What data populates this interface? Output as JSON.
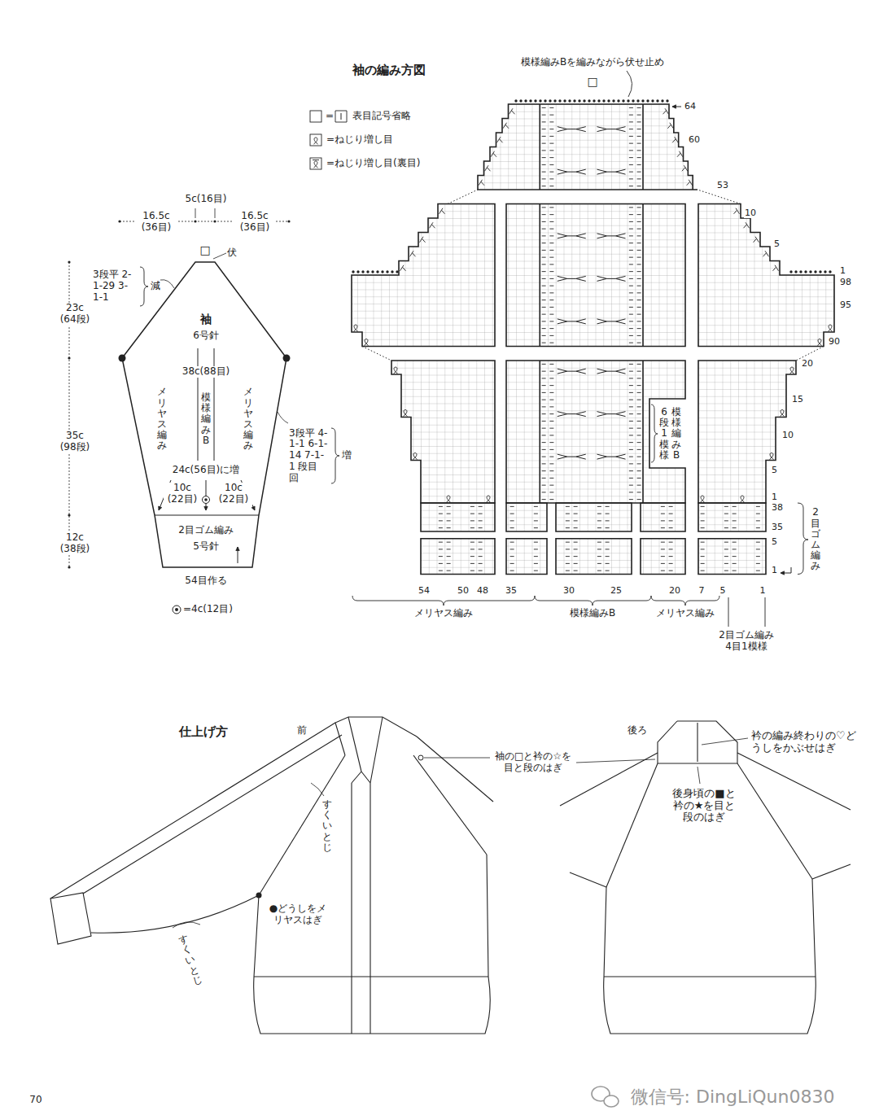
{
  "diagram": {
    "nodes": [
      {
        "text": [
          "袖",
          "6号針",
          "38c(88目)",
          "メリヤス編み",
          "模様編みB",
          "メリヤス編み",
          "24c(56目)に増",
          "10c (22目)",
          "10c (22目)",
          "2目ゴム編み",
          "5号針"
        ]
      }
    ],
    "labels": [
      "5c(16目)",
      "16.5c (36目)",
      "16.5c (36目)",
      "□",
      "伏",
      "3段平 2-1-29 3-1-1",
      "減",
      "23c (64段)",
      "35c (98段)",
      "12c (38段)",
      "3段平 4-1-1 6-1-14 7-1-1 段目 回",
      "増",
      "54目作る",
      "=4c(12目)",
      "袖の編み方図",
      "=",
      "模様編みBを編みながら伏せ止め",
      "□",
      "64",
      "60",
      "53",
      "10",
      "5",
      "1",
      "98",
      "95",
      "90",
      "20",
      "15",
      "10",
      "5",
      "1",
      "38",
      "35",
      "5",
      "1",
      "54",
      "50",
      "48",
      "35",
      "30",
      "25",
      "20",
      "7",
      "5",
      "1",
      "メリヤス編み",
      "模様編みB",
      "メリヤス編み",
      "2目ゴム編み 4目1模様",
      "6段1模様",
      "模様編みB",
      "2目ゴム編み",
      "仕上げ方",
      "前",
      "後ろ",
      "袖の□と衿の☆を目と段のはぎ",
      "すくいとじ",
      "●どうしをメリヤスはぎ",
      "すくいとじ",
      "衿の編み終わりの♡どうしをかぶせはぎ",
      "後身頃の■と衿の★を目と段のはぎ",
      "70",
      "微信号: DingLiQun0830"
    ],
    "legend": [
      {
        "text": "表目記号省略"
      },
      {
        "text": "=ねじり増し目"
      },
      {
        "text": "=ねじり増し目(裏目)"
      }
    ]
  }
}
